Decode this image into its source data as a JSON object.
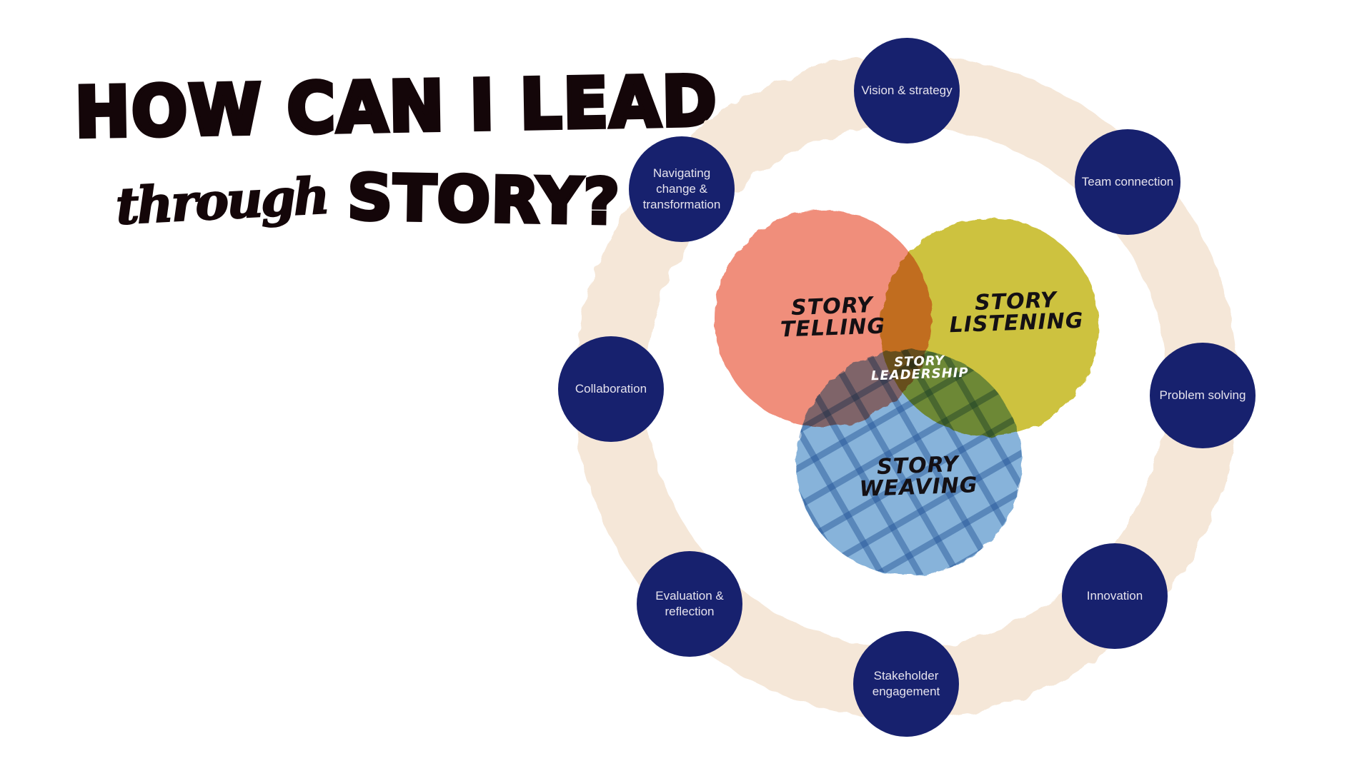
{
  "title": {
    "line1": "HOW CAN I LEAD",
    "line2_script": "through",
    "line2_bold": "STORY?"
  },
  "colors": {
    "ring": "#f5e7d8",
    "node_fill": "#17216e",
    "node_text": "#e6e3ee",
    "storytelling": "#ef8470",
    "storylistening": "#c9bd2e",
    "storyweaving": "#6fa3d1",
    "plaid_line": "#3d73ad"
  },
  "venn": {
    "circles": [
      {
        "id": "storytelling",
        "line1": "STORY",
        "line2": "TELLING"
      },
      {
        "id": "storylistening",
        "line1": "STORY",
        "line2": "LISTENING"
      },
      {
        "id": "storyweaving",
        "line1": "STORY",
        "line2": "WEAVING"
      }
    ],
    "center": {
      "line1": "STORY",
      "line2": "LEADERSHIP"
    }
  },
  "ring_nodes": [
    {
      "label": "Vision & strategy"
    },
    {
      "label": "Team connection"
    },
    {
      "label": "Problem solving"
    },
    {
      "label": "Innovation"
    },
    {
      "label": "Stakeholder engagement"
    },
    {
      "label": "Evaluation & reflection"
    },
    {
      "label": "Collaboration"
    },
    {
      "label": "Navigating change & transformation"
    }
  ]
}
